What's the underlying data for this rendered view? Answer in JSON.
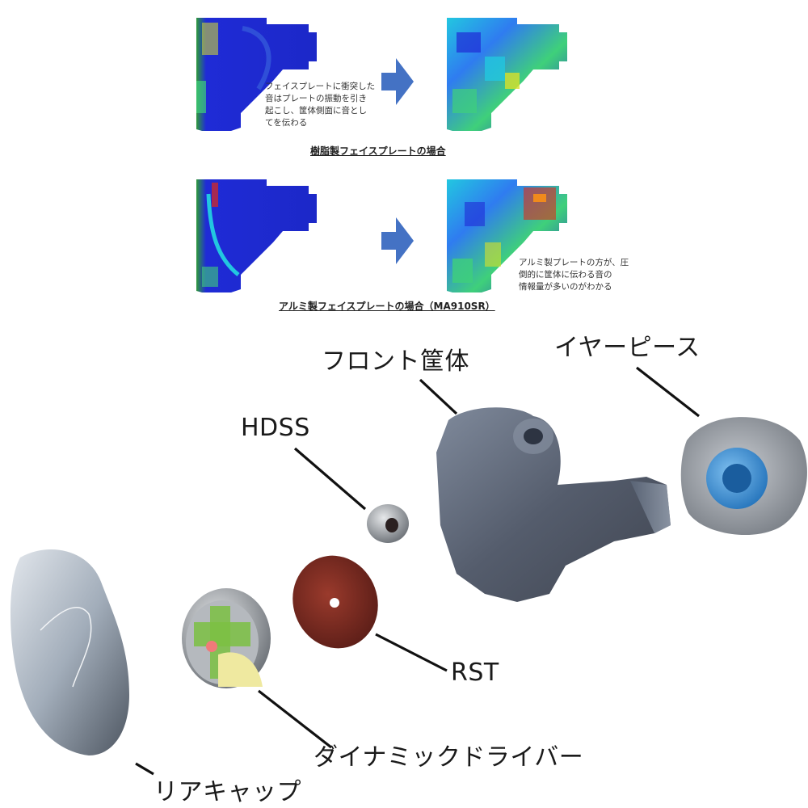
{
  "simulation": {
    "resin": {
      "note_lines": [
        "フェイスプレートに衝突した",
        "音はプレートの振動を引き",
        "起こし、筐体側面に音とし",
        "てを伝わる"
      ],
      "caption": "樹脂製フェイスプレートの場合"
    },
    "aluminum": {
      "note_lines": [
        "アルミ製プレートの方が、圧",
        "倒的に筐体に伝わる音の",
        "情報量が多いのがわかる"
      ],
      "caption": "アルミ製フェイスプレートの場合（MA910SR）"
    },
    "arrow_color": "#4472c4",
    "heat_colors": [
      "#1f2bd6",
      "#2f7cf0",
      "#22c7e0",
      "#3fd07a",
      "#d8e02a",
      "#f08a1c",
      "#e02a1a"
    ]
  },
  "exploded_view": {
    "labels": {
      "front_housing": "フロント筐体",
      "eartip": "イヤーピース",
      "hdss": "HDSS",
      "rst": "RST",
      "driver": "ダイナミックドライバー",
      "rear_cap": "リアキャップ"
    },
    "colors": {
      "housing": "#3d4658",
      "eartip_core": "#3a8fd6",
      "rst_disc": "#7a2a22",
      "driver_accent": "#7bc043",
      "driver_foam": "#efe9a0"
    }
  }
}
